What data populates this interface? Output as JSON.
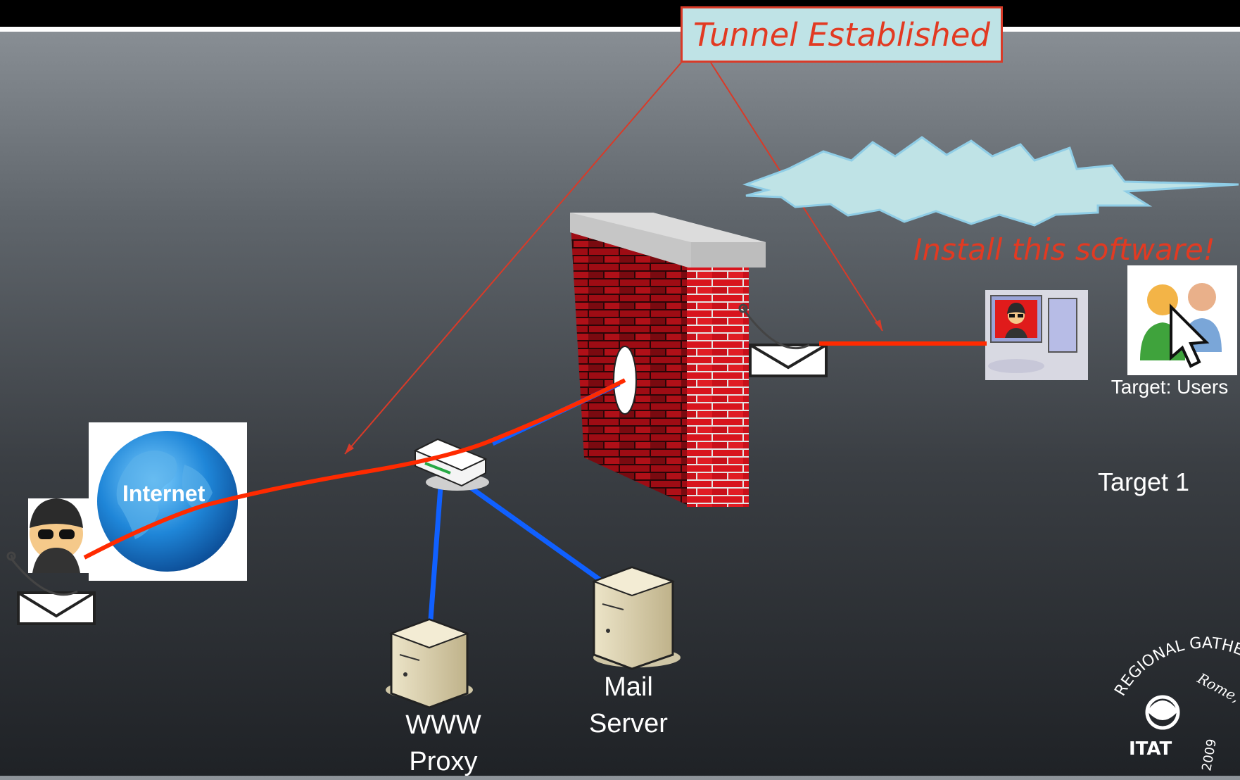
{
  "callout": {
    "text": "Tunnel Established"
  },
  "burst": {
    "text": "Install this software!"
  },
  "labels": {
    "internet": "Internet",
    "www_proxy": "WWW\nProxy",
    "mail_server": "Mail\nServer",
    "target_users": "Target: Users",
    "target_1": "Target 1"
  },
  "logo": {
    "text": "REGIONAL GATHERING",
    "city": "Rome, Italy",
    "mark": "ITAT",
    "year": "2009"
  },
  "colors": {
    "attack_line": "#ff2a00",
    "network_link": "#1060ff",
    "callout_border": "#d93a28",
    "callout_fill": "#bfe3e6",
    "burst_fill": "#bfe3e6",
    "brick_red": "#c8101a"
  }
}
